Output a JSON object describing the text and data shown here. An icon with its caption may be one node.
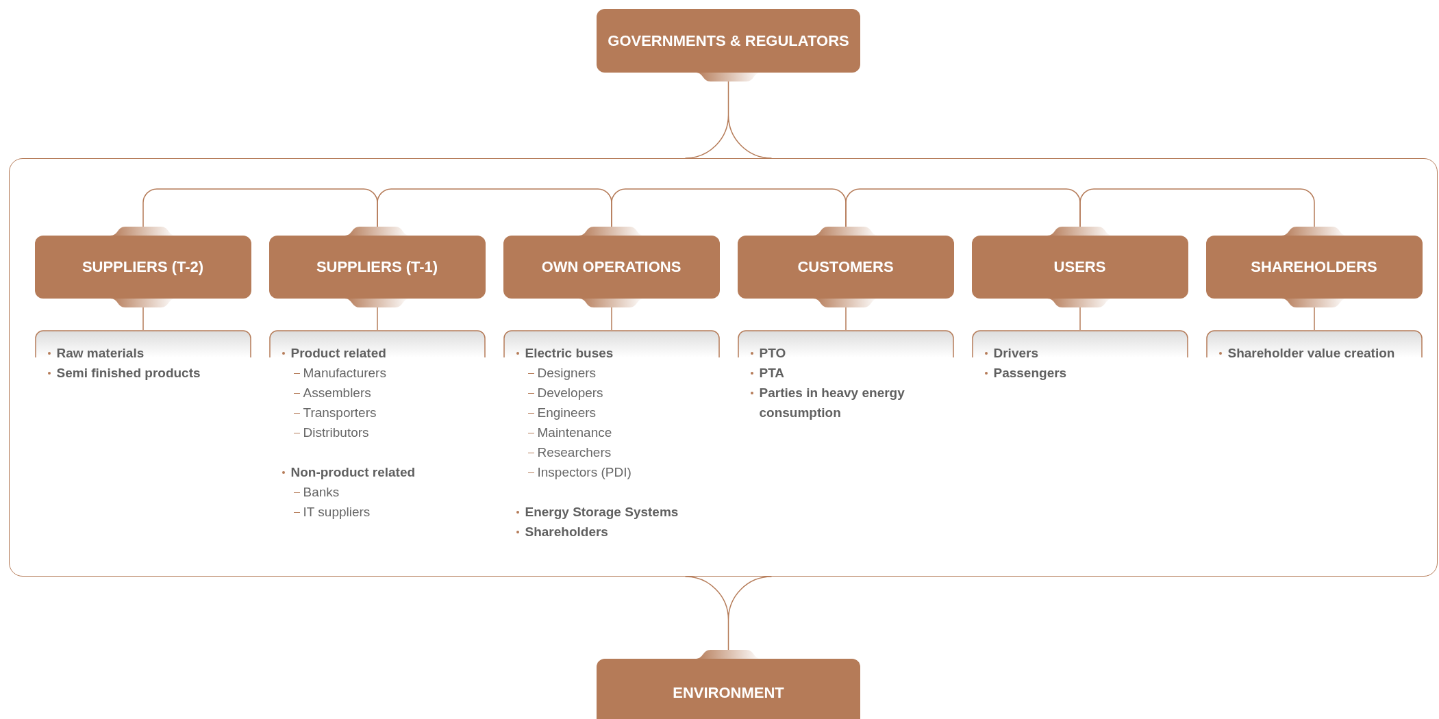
{
  "diagram": {
    "nodes": [
      {
        "text": [
          "GOVERNMENTS & REGULATORS"
        ]
      },
      {
        "text": [],
        "shape": "box"
      },
      {
        "text": [
          "SUPPLIERS (T-2)"
        ],
        "in": 1
      },
      {
        "text": [
          "SUPPLIERS (T-1)"
        ],
        "in": 1
      },
      {
        "text": [
          "OWN OPERATIONS"
        ],
        "in": 1
      },
      {
        "text": [
          "CUSTOMERS"
        ],
        "in": 1
      },
      {
        "text": [
          "USERS"
        ],
        "in": 1
      },
      {
        "text": [
          "SHAREHOLDERS"
        ],
        "in": 1
      },
      {
        "text": [
          "Raw materials",
          "Semi finished products"
        ],
        "in": 1
      },
      {
        "text": [
          "**Product related**",
          "Manufacturers",
          "Assemblers",
          "Transporters",
          "Distributors",
          "**Non-product related**",
          "Banks",
          "IT suppliers"
        ],
        "in": 1
      },
      {
        "text": [
          "**Electric buses**",
          "Designers",
          "Developers",
          "Engineers",
          "Maintenance",
          "Researchers",
          "Inspectors (PDI)",
          "**Energy Storage Systems**",
          "**Shareholders**"
        ],
        "in": 1
      },
      {
        "text": [
          "PTO",
          "PTA",
          "Parties in heavy energy consumption"
        ],
        "in": 1
      },
      {
        "text": [
          "Drivers",
          "Passengers"
        ],
        "in": 1
      },
      {
        "text": [
          "Shareholder value creation"
        ],
        "in": 1
      },
      {
        "text": [
          "ENVIRONMENT"
        ]
      }
    ],
    "edges": [
      {
        "from": 0,
        "to": 1,
        "arrow": "none"
      },
      {
        "from": 2,
        "to": 3,
        "arrow": "none"
      },
      {
        "from": 3,
        "to": 4,
        "arrow": "none"
      },
      {
        "from": 4,
        "to": 5,
        "arrow": "none"
      },
      {
        "from": 5,
        "to": 6,
        "arrow": "none"
      },
      {
        "from": 6,
        "to": 7,
        "arrow": "none"
      },
      {
        "from": 2,
        "to": 8,
        "arrow": "none"
      },
      {
        "from": 3,
        "to": 9,
        "arrow": "none"
      },
      {
        "from": 4,
        "to": 10,
        "arrow": "none"
      },
      {
        "from": 5,
        "to": 11,
        "arrow": "none"
      },
      {
        "from": 6,
        "to": 12,
        "arrow": "none"
      },
      {
        "from": 7,
        "to": 13,
        "arrow": "none"
      },
      {
        "from": 1,
        "to": 14,
        "arrow": "none"
      }
    ]
  }
}
